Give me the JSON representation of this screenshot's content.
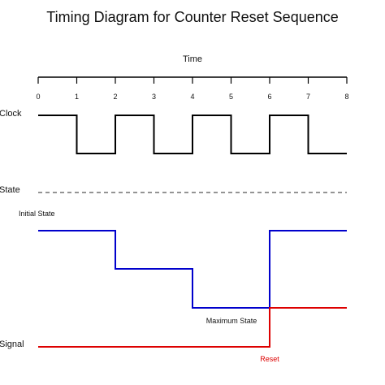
{
  "title": "Timing Diagram for Counter Reset Sequence",
  "time_axis": {
    "label": "Time",
    "ticks": [
      "0",
      "1",
      "2",
      "3",
      "4",
      "5",
      "6",
      "7",
      "8"
    ]
  },
  "rows": {
    "clock": "Clock",
    "state": "State",
    "signal": "Signal"
  },
  "annotations": {
    "initial_state": "Initial State",
    "maximum_state": "Maximum State",
    "reset": "Reset"
  },
  "waveforms": {
    "clock": {
      "levels": [
        1,
        0,
        1,
        0,
        1,
        0,
        1,
        0
      ]
    },
    "state": {
      "levels": [
        3,
        3,
        2,
        2,
        1,
        1,
        3,
        3
      ]
    },
    "reset_signal": {
      "levels": [
        0,
        0,
        0,
        0,
        0,
        0,
        1,
        1
      ]
    }
  },
  "colors": {
    "clock": "#000000",
    "state": "#0000cc",
    "reset": "#dd0000",
    "dashed": "#555555"
  }
}
